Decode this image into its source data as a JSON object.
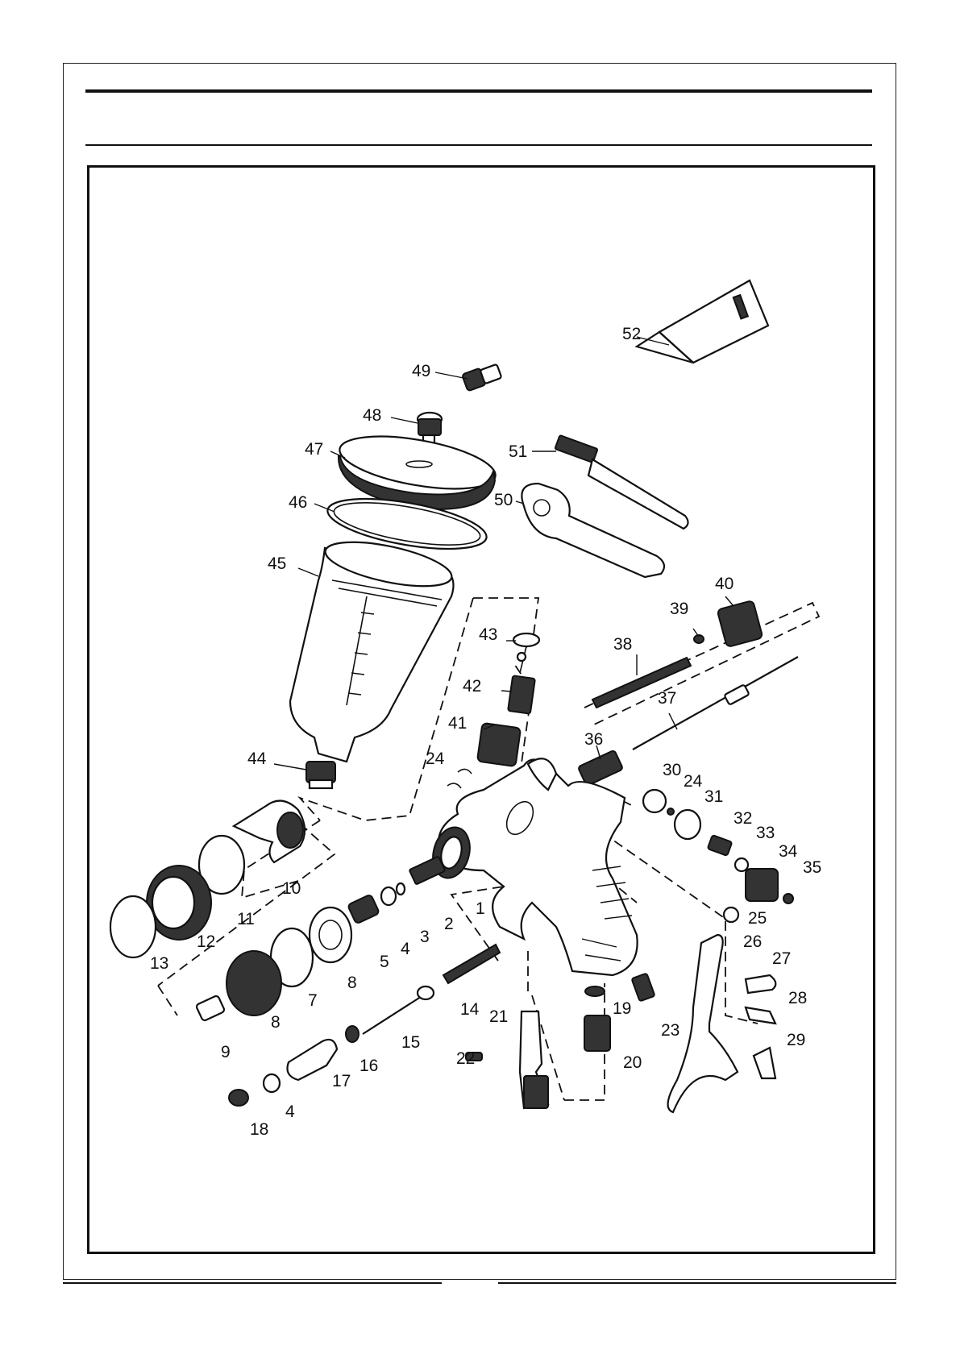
{
  "document": {
    "header_title": "",
    "page_number": ""
  },
  "diagram": {
    "labels": [
      "1",
      "2",
      "3",
      "4",
      "5",
      "7",
      "8",
      "9",
      "10",
      "11",
      "12",
      "13",
      "14",
      "15",
      "16",
      "17",
      "18",
      "19",
      "20",
      "21",
      "22",
      "23",
      "24",
      "25",
      "26",
      "27",
      "28",
      "29",
      "30",
      "31",
      "32",
      "33",
      "34",
      "35",
      "36",
      "37",
      "38",
      "39",
      "40",
      "41",
      "42",
      "43",
      "44",
      "45",
      "46",
      "47",
      "48",
      "49",
      "50",
      "51",
      "52"
    ]
  }
}
